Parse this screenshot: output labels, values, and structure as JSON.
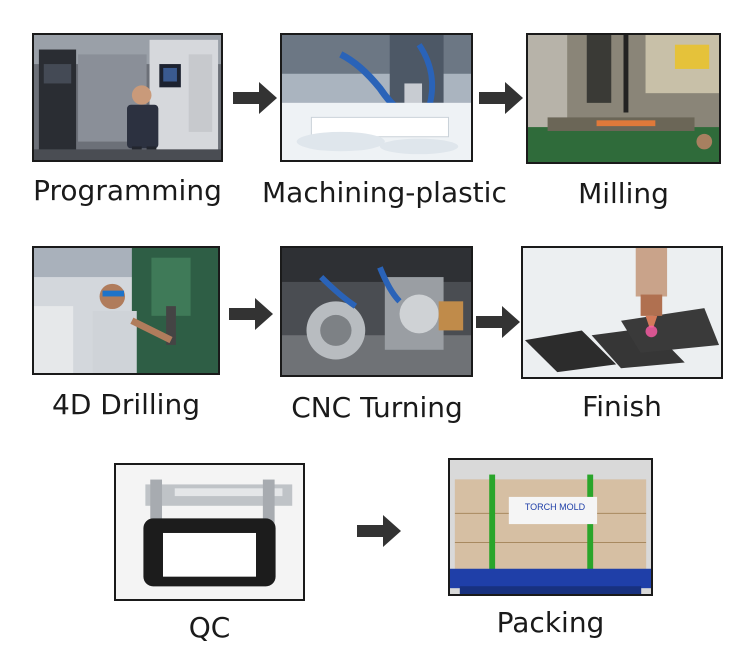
{
  "steps": [
    {
      "id": "programming",
      "label": "Programming",
      "photo_icon": "cnc-operator-photo"
    },
    {
      "id": "machining-plastic",
      "label": "Machining-plastic",
      "photo_icon": "plastic-machining-photo"
    },
    {
      "id": "milling",
      "label": "Milling",
      "photo_icon": "milling-machine-photo"
    },
    {
      "id": "drilling",
      "label": "4D Drilling",
      "photo_icon": "drilling-operator-photo"
    },
    {
      "id": "cnc-turning",
      "label": "CNC Turning",
      "photo_icon": "cnc-lathe-photo"
    },
    {
      "id": "finish",
      "label": "Finish",
      "photo_icon": "laser-finish-photo"
    },
    {
      "id": "qc",
      "label": "QC",
      "photo_icon": "caliper-inspection-photo"
    },
    {
      "id": "packing",
      "label": "Packing",
      "photo_icon": "pallet-packing-photo"
    }
  ],
  "packing_box_brand": "TORCH MOLD",
  "colors": {
    "arrow": "#333333",
    "border": "#1a1a1a",
    "text": "#1a1a1a",
    "pallet": "#1f3fa8",
    "strap": "#2aa52a"
  }
}
